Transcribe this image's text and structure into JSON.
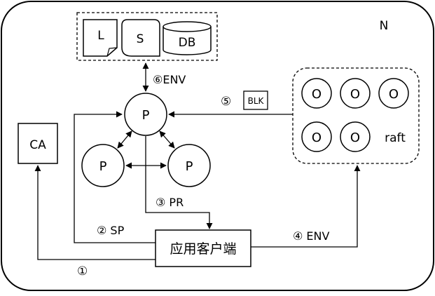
{
  "network_label": "N",
  "storage": {
    "ledger": "L",
    "state": "S",
    "database": "DB"
  },
  "peers": {
    "main": "P",
    "left": "P",
    "right": "P"
  },
  "ca": "CA",
  "client": "应用客户端",
  "orderer": {
    "nodes": [
      "O",
      "O",
      "O",
      "O",
      "O"
    ],
    "label": "raft"
  },
  "flows": {
    "step1": "①",
    "step2": "② SP",
    "step3": "③ PR",
    "step4": "④ ENV",
    "step5": "⑤",
    "step5_block": "BLK",
    "step6": "⑥ENV"
  }
}
